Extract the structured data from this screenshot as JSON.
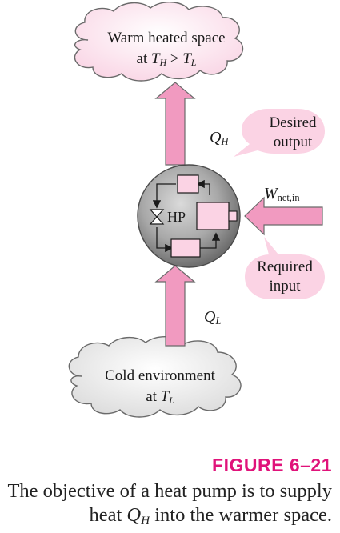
{
  "diagram": {
    "warm_space": {
      "line1": "Warm heated space",
      "line2_prefix": "at ",
      "T_H": "T",
      "T_H_sub": "H",
      "relation": " > ",
      "T_L": "T",
      "T_L_sub": "L"
    },
    "q_h": {
      "symbol": "Q",
      "sub": "H"
    },
    "desired_output": {
      "line1": "Desired",
      "line2": "output"
    },
    "w_net": {
      "symbol": "W",
      "sub": "net,in"
    },
    "hp_label": "HP",
    "required_input": {
      "line1": "Required",
      "line2": "input"
    },
    "q_l": {
      "symbol": "Q",
      "sub": "L"
    },
    "cold_env": {
      "line1": "Cold environment",
      "line2_prefix": "at ",
      "T_L": "T",
      "T_L_sub": "L"
    }
  },
  "figure": {
    "number": "FIGURE 6–21",
    "caption_part1": "The objective of a heat pump is to supply heat ",
    "caption_Q": "Q",
    "caption_Q_sub": "H",
    "caption_part2": " into the warmer space."
  },
  "colors": {
    "figure_number": "#e0137a",
    "arrow_fill": "#f19ac0",
    "cloud_warm": "#fde6ef",
    "cloud_cold": "#ededed",
    "bubble_pink": "#fbd3e4",
    "hp_gray": "#9c9c9c"
  }
}
